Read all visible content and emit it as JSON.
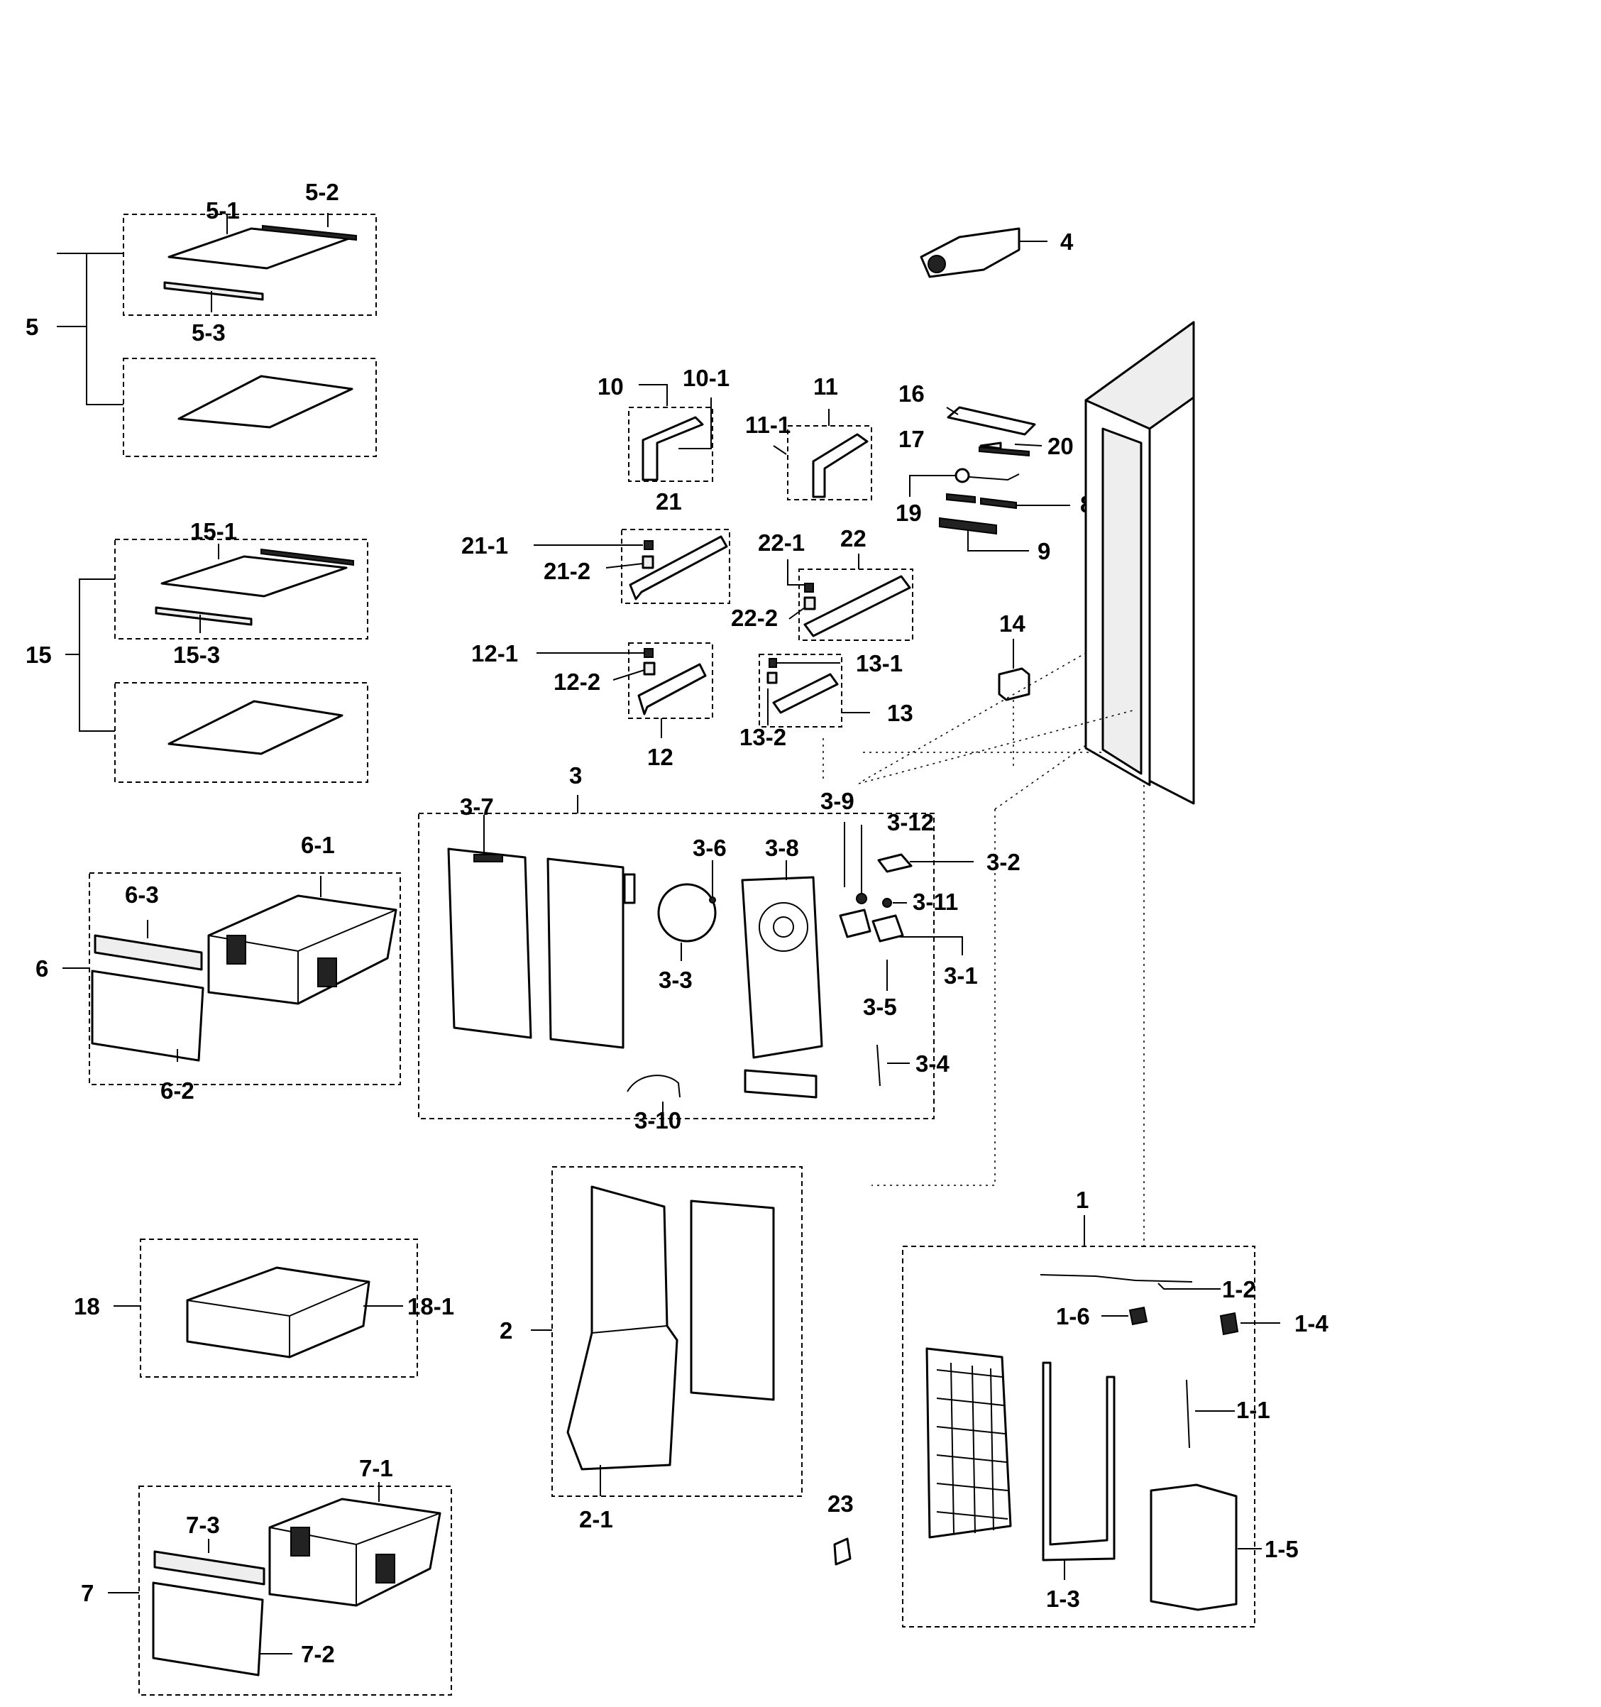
{
  "labels": {
    "l5": "5",
    "l5_1": "5-1",
    "l5_2": "5-2",
    "l5_3": "5-3",
    "l15": "15",
    "l15_1": "15-1",
    "l15_3": "15-3",
    "l6": "6",
    "l6_1": "6-1",
    "l6_2": "6-2",
    "l6_3": "6-3",
    "l18": "18",
    "l18_1": "18-1",
    "l7": "7",
    "l7_1": "7-1",
    "l7_2": "7-2",
    "l7_3": "7-3",
    "l4": "4",
    "l10": "10",
    "l10_1": "10-1",
    "l11": "11",
    "l11_1": "11-1",
    "l16": "16",
    "l17": "17",
    "l20": "20",
    "l19": "19",
    "l8": "8",
    "l9": "9",
    "l21": "21",
    "l21_1": "21-1",
    "l21_2": "21-2",
    "l22": "22",
    "l22_1": "22-1",
    "l22_2": "22-2",
    "l12": "12",
    "l12_1": "12-1",
    "l12_2": "12-2",
    "l13": "13",
    "l13_1": "13-1",
    "l13_2": "13-2",
    "l14": "14",
    "l3": "3",
    "l3_1": "3-1",
    "l3_2": "3-2",
    "l3_3": "3-3",
    "l3_4": "3-4",
    "l3_5": "3-5",
    "l3_6": "3-6",
    "l3_7": "3-7",
    "l3_8": "3-8",
    "l3_9": "3-9",
    "l3_10": "3-10",
    "l3_11": "3-11",
    "l3_12": "3-12",
    "l2": "2",
    "l2_1": "2-1",
    "l23": "23",
    "l1": "1",
    "l1_1": "1-1",
    "l1_2": "1-2",
    "l1_3": "1-3",
    "l1_4": "1-4",
    "l1_5": "1-5",
    "l1_6": "1-6"
  }
}
